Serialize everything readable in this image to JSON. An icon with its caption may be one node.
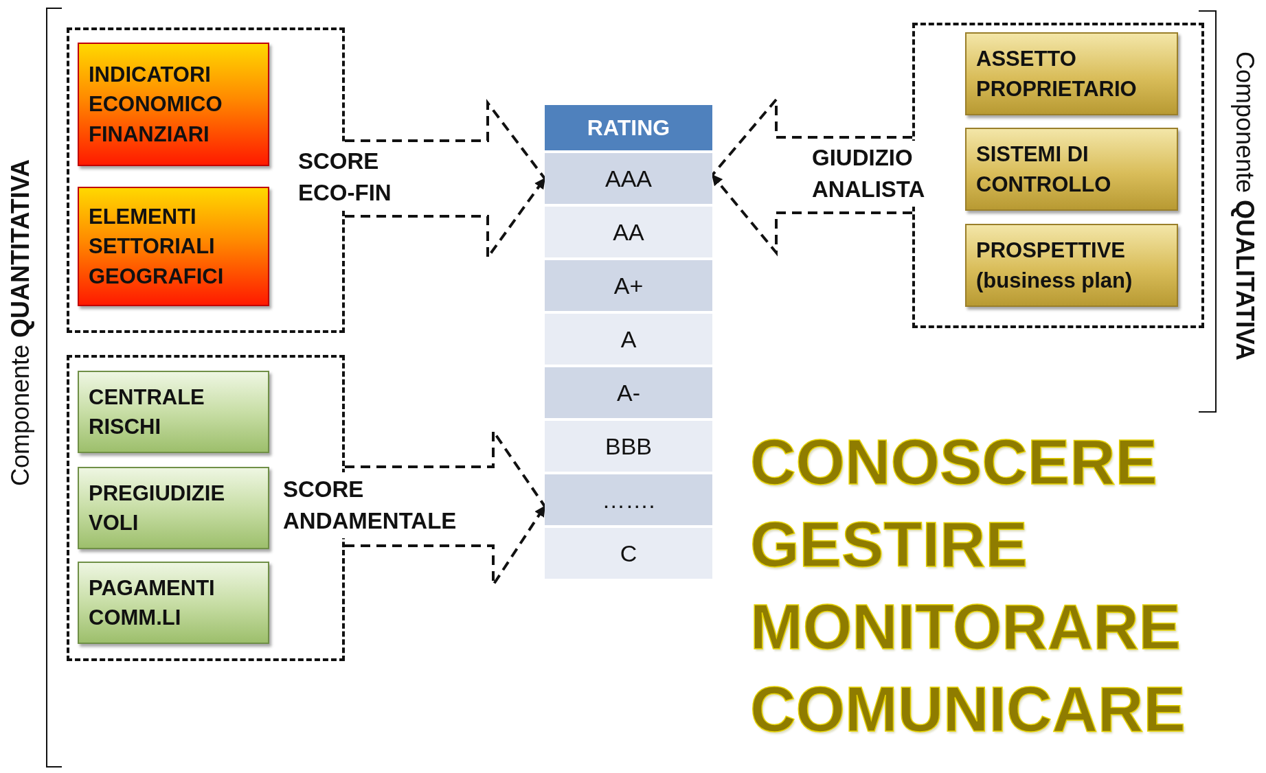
{
  "diagram": {
    "nodes": [
      {
        "text": [],
        "shape": "box"
      },
      {
        "text": [
          "INDICATORI ECONOMICO FINANZIARI"
        ],
        "in": 0
      },
      {
        "text": [
          "ELEMENTI SETTORIALI GEOGRAFICI"
        ],
        "in": 0
      },
      {
        "text": [],
        "shape": "box"
      },
      {
        "text": [
          "CENTRALE RISCHI"
        ],
        "in": 3
      },
      {
        "text": [
          "PREGIUDIZIE VOLI"
        ],
        "in": 3
      },
      {
        "text": [
          "PAGAMENTI COMM.LI"
        ],
        "in": 3
      },
      {
        "text": [
          "RATING",
          "AAA",
          "AA",
          "A+",
          "A",
          "A-",
          "BBB",
          "…….",
          "C"
        ]
      },
      {
        "text": [],
        "shape": "box"
      },
      {
        "text": [
          "ASSETTO PROPRIETARIO"
        ],
        "in": 8
      },
      {
        "text": [
          "SISTEMI DI CONTROLLO"
        ],
        "in": 8
      },
      {
        "text": [
          "PROSPETTIVE (business plan)"
        ],
        "in": 8
      }
    ],
    "edges": [
      {
        "from": 0,
        "to": 7,
        "arrow": "to",
        "label": "SCORE ECO-FIN",
        "style": "dashed"
      },
      {
        "from": 3,
        "to": 7,
        "arrow": "to",
        "label": "SCORE ANDAMENTALE",
        "style": "dashed"
      },
      {
        "from": 8,
        "to": 7,
        "arrow": "to",
        "label": "GIUDIZIO ANALISTA",
        "style": "dashed"
      }
    ],
    "labels": [
      "Componente **QUANTITATIVA**",
      "Componente **QUALITATIVA**",
      "CONOSCERE",
      "GESTIRE",
      "MONITORARE",
      "COMUNICARE"
    ]
  }
}
